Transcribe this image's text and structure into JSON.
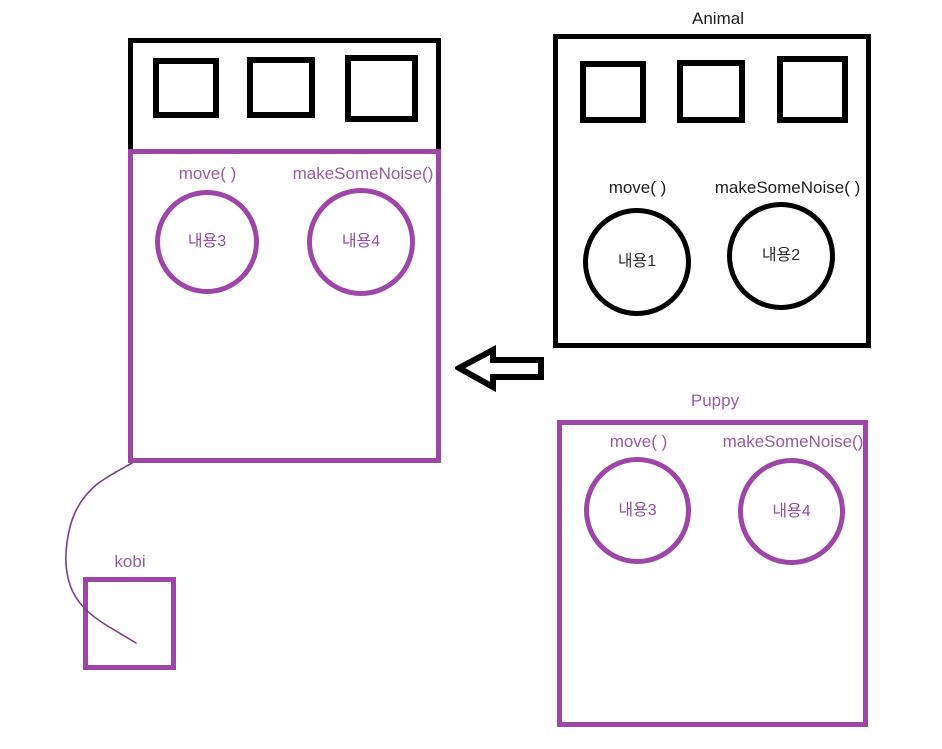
{
  "diagram": {
    "title_note": "Class inheritance diagram: Animal superclass, Puppy subclass, kobi instance",
    "colors": {
      "black": "#000000",
      "purple": "#9d46a8",
      "purple_text": "#9a5aa5",
      "background": "#ffffff"
    }
  },
  "merged_class": {
    "name": "",
    "inherited_section": {
      "label": "inherited-fields",
      "fields": [
        {
          "name": "field-square-1"
        },
        {
          "name": "field-square-2"
        },
        {
          "name": "field-square-3"
        }
      ]
    },
    "own_section": {
      "methods": [
        {
          "label": "move( )",
          "body": "내용3"
        },
        {
          "label": "makeSomeNoise()",
          "body": "내용4"
        }
      ]
    }
  },
  "animal_class": {
    "title": "Animal",
    "fields": [
      {
        "name": "field-square-1"
      },
      {
        "name": "field-square-2"
      },
      {
        "name": "field-square-3"
      }
    ],
    "methods": [
      {
        "label": "move( )",
        "body": "내용1"
      },
      {
        "label": "makeSomeNoise( )",
        "body": "내용2"
      }
    ]
  },
  "puppy_class": {
    "title": "Puppy",
    "methods": [
      {
        "label": "move( )",
        "body": "내용3"
      },
      {
        "label": "makeSomeNoise()",
        "body": "내용4"
      }
    ]
  },
  "instance": {
    "title": "kobi"
  },
  "arrow": {
    "name": "merge-arrow",
    "direction": "left"
  },
  "connector": {
    "name": "instance-connector",
    "description": "hand drawn curve from merged class to kobi"
  }
}
